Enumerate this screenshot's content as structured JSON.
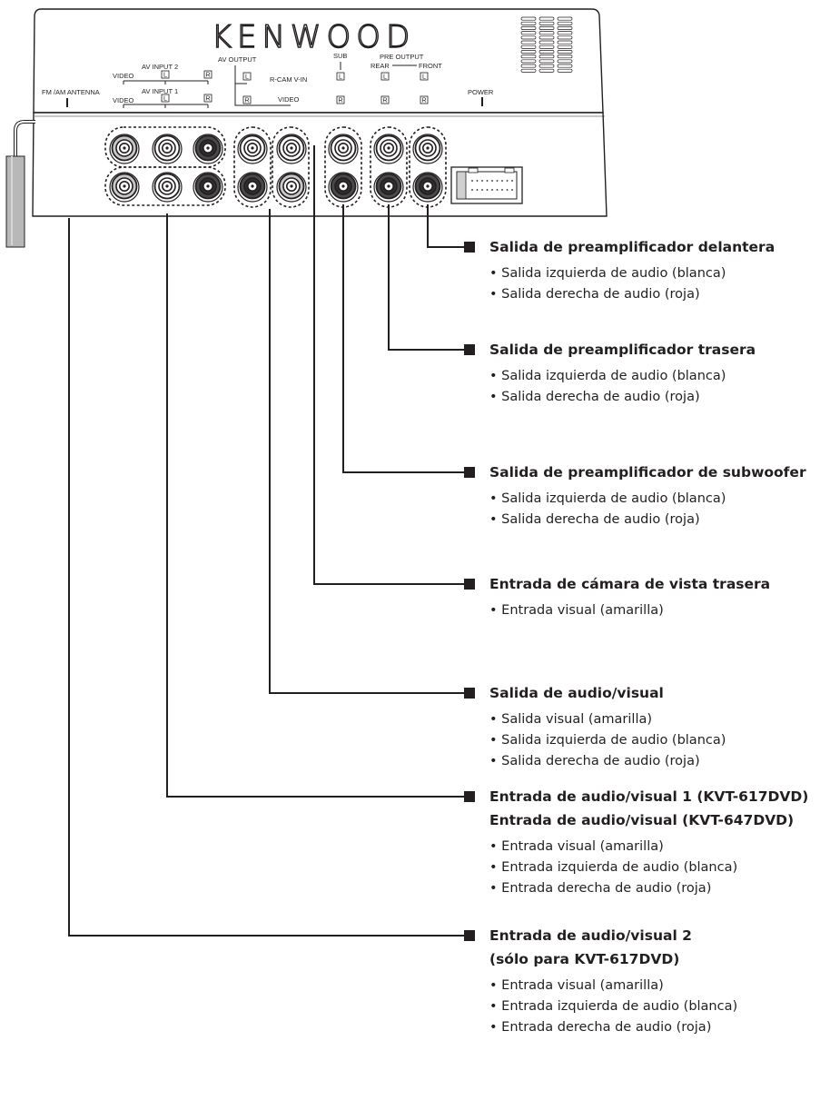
{
  "unit": {
    "brand": "KENWOOD",
    "labels": {
      "fm_antenna": "FM /AM ANTENNA",
      "av_input_2": "AV INPUT 2",
      "av_input_1": "AV INPUT 1",
      "video_top": "VIDEO",
      "video_bottom": "VIDEO",
      "av_output": "AV OUTPUT",
      "r_cam": "R-CAM V-IN",
      "video_out": "VIDEO",
      "sub": "SUB",
      "pre_output": "PRE OUTPUT",
      "rear": "REAR",
      "front": "FRONT",
      "power": "POWER",
      "left_marker": "L",
      "right_marker": "R"
    }
  },
  "callouts": [
    {
      "id": "front-preout",
      "title": [
        "Salida de preamplificador delantera"
      ],
      "items": [
        "Salida izquierda de audio (blanca)",
        "Salida derecha de audio (roja)"
      ]
    },
    {
      "id": "rear-preout",
      "title": [
        "Salida de preamplificador trasera"
      ],
      "items": [
        "Salida izquierda de audio (blanca)",
        "Salida derecha de audio (roja)"
      ]
    },
    {
      "id": "sub-preout",
      "title": [
        "Salida de preamplificador de subwoofer"
      ],
      "items": [
        "Salida izquierda de audio (blanca)",
        "Salida derecha de audio (roja)"
      ]
    },
    {
      "id": "rear-camera",
      "title": [
        "Entrada de cámara de vista trasera"
      ],
      "items": [
        "Entrada visual (amarilla)"
      ]
    },
    {
      "id": "av-output",
      "title": [
        "Salida de audio/visual"
      ],
      "items": [
        "Salida visual (amarilla)",
        "Salida izquierda de audio (blanca)",
        "Salida derecha de audio (roja)"
      ]
    },
    {
      "id": "av-input-1",
      "title": [
        "Entrada de audio/visual 1 (KVT-617DVD)",
        "Entrada de audio/visual (KVT-647DVD)"
      ],
      "items": [
        "Entrada visual (amarilla)",
        "Entrada izquierda de audio (blanca)",
        "Entrada derecha de audio (roja)"
      ]
    },
    {
      "id": "av-input-2",
      "title": [
        "Entrada de audio/visual 2",
        "(sólo para KVT-617DVD)"
      ],
      "items": [
        "Entrada visual (amarilla)",
        "Entrada izquierda de audio (blanca)",
        "Entrada derecha de audio (roja)"
      ]
    }
  ]
}
